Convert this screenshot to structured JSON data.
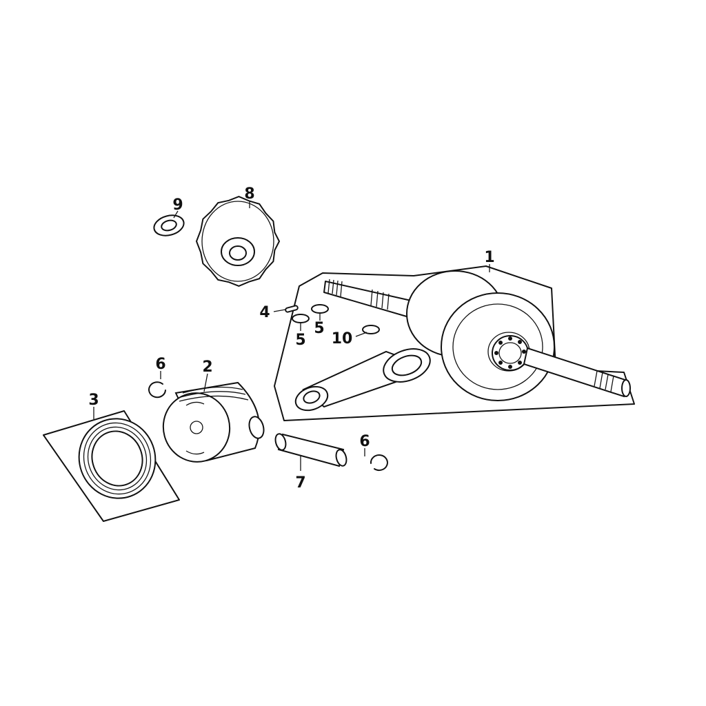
{
  "diagram": {
    "callouts": {
      "crankshaft": "1",
      "piston": "2",
      "piston_rings": "3",
      "key": "4",
      "woodruff_key_a": "5",
      "woodruff_key_b": "5",
      "clip_upper": "6",
      "clip_lower": "6",
      "piston_pin": "7",
      "gear": "8",
      "washer": "9",
      "key_10": "10"
    }
  }
}
